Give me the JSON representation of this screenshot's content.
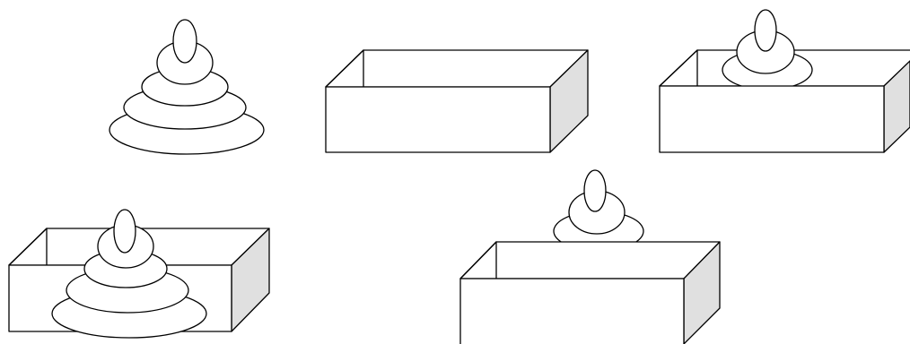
{
  "colors": {
    "background": "#ffffff",
    "outline": "#000000",
    "box_side_shading": "#e0e0e0",
    "box_face": "#ffffff"
  },
  "scenes": [
    {
      "id": "stacking-toy-alone",
      "description_icon": "ring-stacking-toy-icon",
      "rings_shown": 4,
      "box": "none"
    },
    {
      "id": "empty-box",
      "description_icon": "open-box-icon",
      "rings_shown": 0,
      "box": "empty"
    },
    {
      "id": "toy-inside-box-top-visible",
      "description_icon": "toy-in-box-icon",
      "rings_shown": 2,
      "box": "contains-toy"
    },
    {
      "id": "toy-in-front-of-box",
      "description_icon": "toy-in-front-of-box-icon",
      "rings_shown": 4,
      "box": "behind-toy"
    },
    {
      "id": "toy-behind-box-top-visible",
      "description_icon": "toy-behind-box-icon",
      "rings_shown": 2,
      "box": "in-front-of-toy"
    }
  ]
}
